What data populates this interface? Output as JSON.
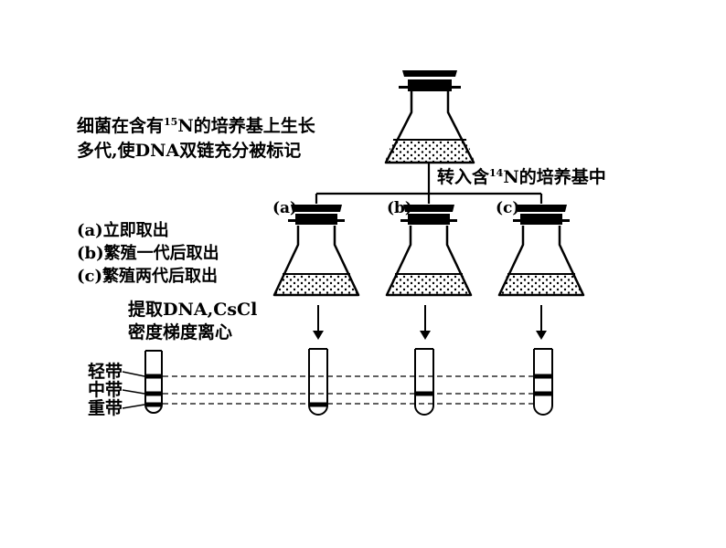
{
  "top_caption": {
    "line1_pre": "细菌在含有",
    "line1_isotope": "15",
    "line1_post": "N的培养基上生长",
    "line2": "多代,使DNA双链充分被标记"
  },
  "transfer_caption": {
    "pre": "转入含",
    "isotope": "14",
    "post": "N的培养基中"
  },
  "flask_labels": [
    "(a)",
    "(b)",
    "(c)"
  ],
  "legend": {
    "a": "(a)立即取出",
    "b": "(b)繁殖一代后取出",
    "c": "(c)繁殖两代后取出"
  },
  "method": {
    "line1": "提取DNA,CsCl",
    "line2": "密度梯度离心"
  },
  "band_labels": {
    "light": "轻带",
    "middle": "中带",
    "heavy": "重带"
  },
  "tubes": {
    "reference": [
      "light",
      "middle",
      "heavy"
    ],
    "a": [
      "heavy"
    ],
    "b": [
      "middle"
    ],
    "c": [
      "light",
      "middle"
    ]
  },
  "colors": {
    "ink": "#000000",
    "background": "#ffffff"
  }
}
